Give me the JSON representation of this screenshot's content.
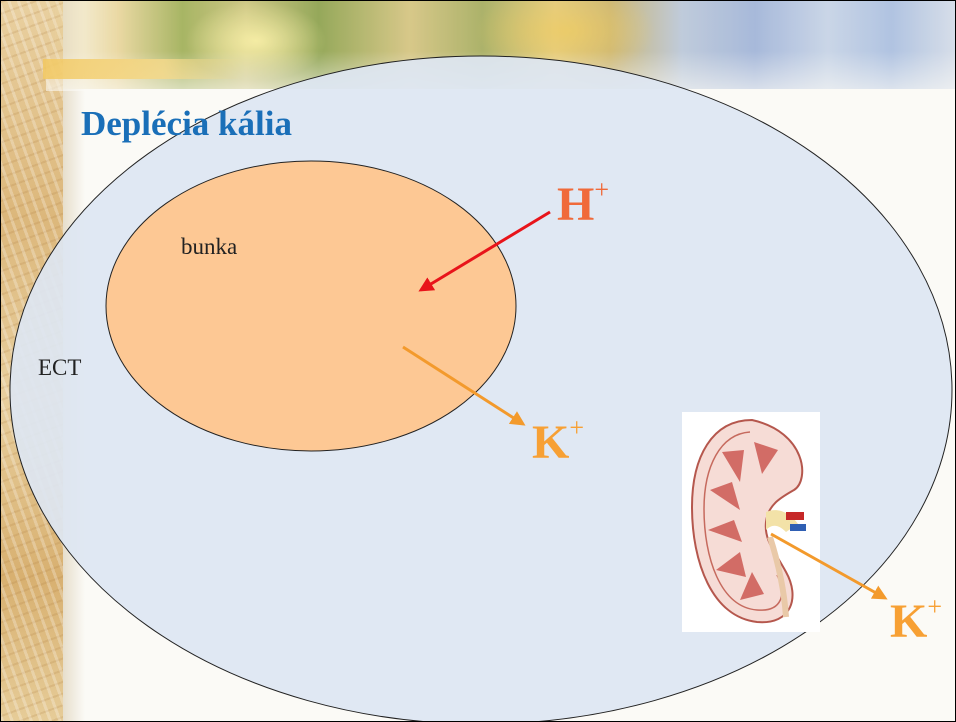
{
  "slide": {
    "title": "Deplécia kália",
    "labels": {
      "cell": "bunka",
      "ect": "ECT"
    },
    "ions": {
      "h_main": "H",
      "h_charge": "+",
      "k_cell_main": "K",
      "k_cell_charge": "+",
      "k_kidney_main": "K",
      "k_kidney_charge": "+"
    }
  },
  "colors": {
    "title": "#1a6fb8",
    "ect_fill": "#dde6f2",
    "cell_fill": "#fdc894",
    "h_ion": "#f06a3a",
    "h_arrow": "#e8141a",
    "k_ion": "#f7a034",
    "k_arrow": "#f39a2c"
  },
  "icons": [
    "kidney-illustration"
  ]
}
